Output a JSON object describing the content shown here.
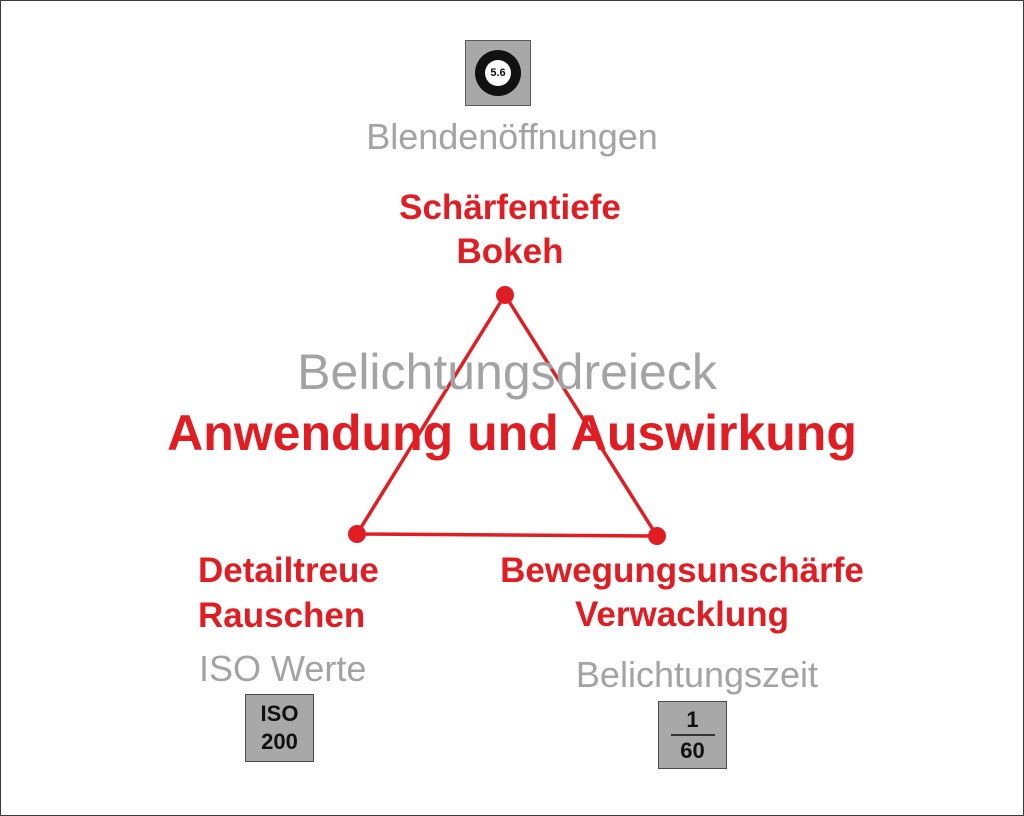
{
  "colors": {
    "accent_red": "#e11d24",
    "label_grey": "#a3a3a3",
    "box_grey": "#a8a8a8"
  },
  "aperture": {
    "icon_value": "5.6",
    "label": "Blendenöffnungen",
    "effect_line1": "Schärfentiefe",
    "effect_line2": "Bokeh"
  },
  "title": {
    "line1": "Belichtungsdreieck",
    "line2": "Anwendung und Auswirkung"
  },
  "iso": {
    "effect_line1": "Detailtreue",
    "effect_line2": "Rauschen",
    "label": "ISO Werte",
    "box_line1": "ISO",
    "box_line2": "200"
  },
  "shutter": {
    "effect_line1": "Bewegungsunschärfe",
    "effect_line2": "Verwacklung",
    "label": "Belichtungszeit",
    "box_numerator": "1",
    "box_denominator": "60"
  }
}
